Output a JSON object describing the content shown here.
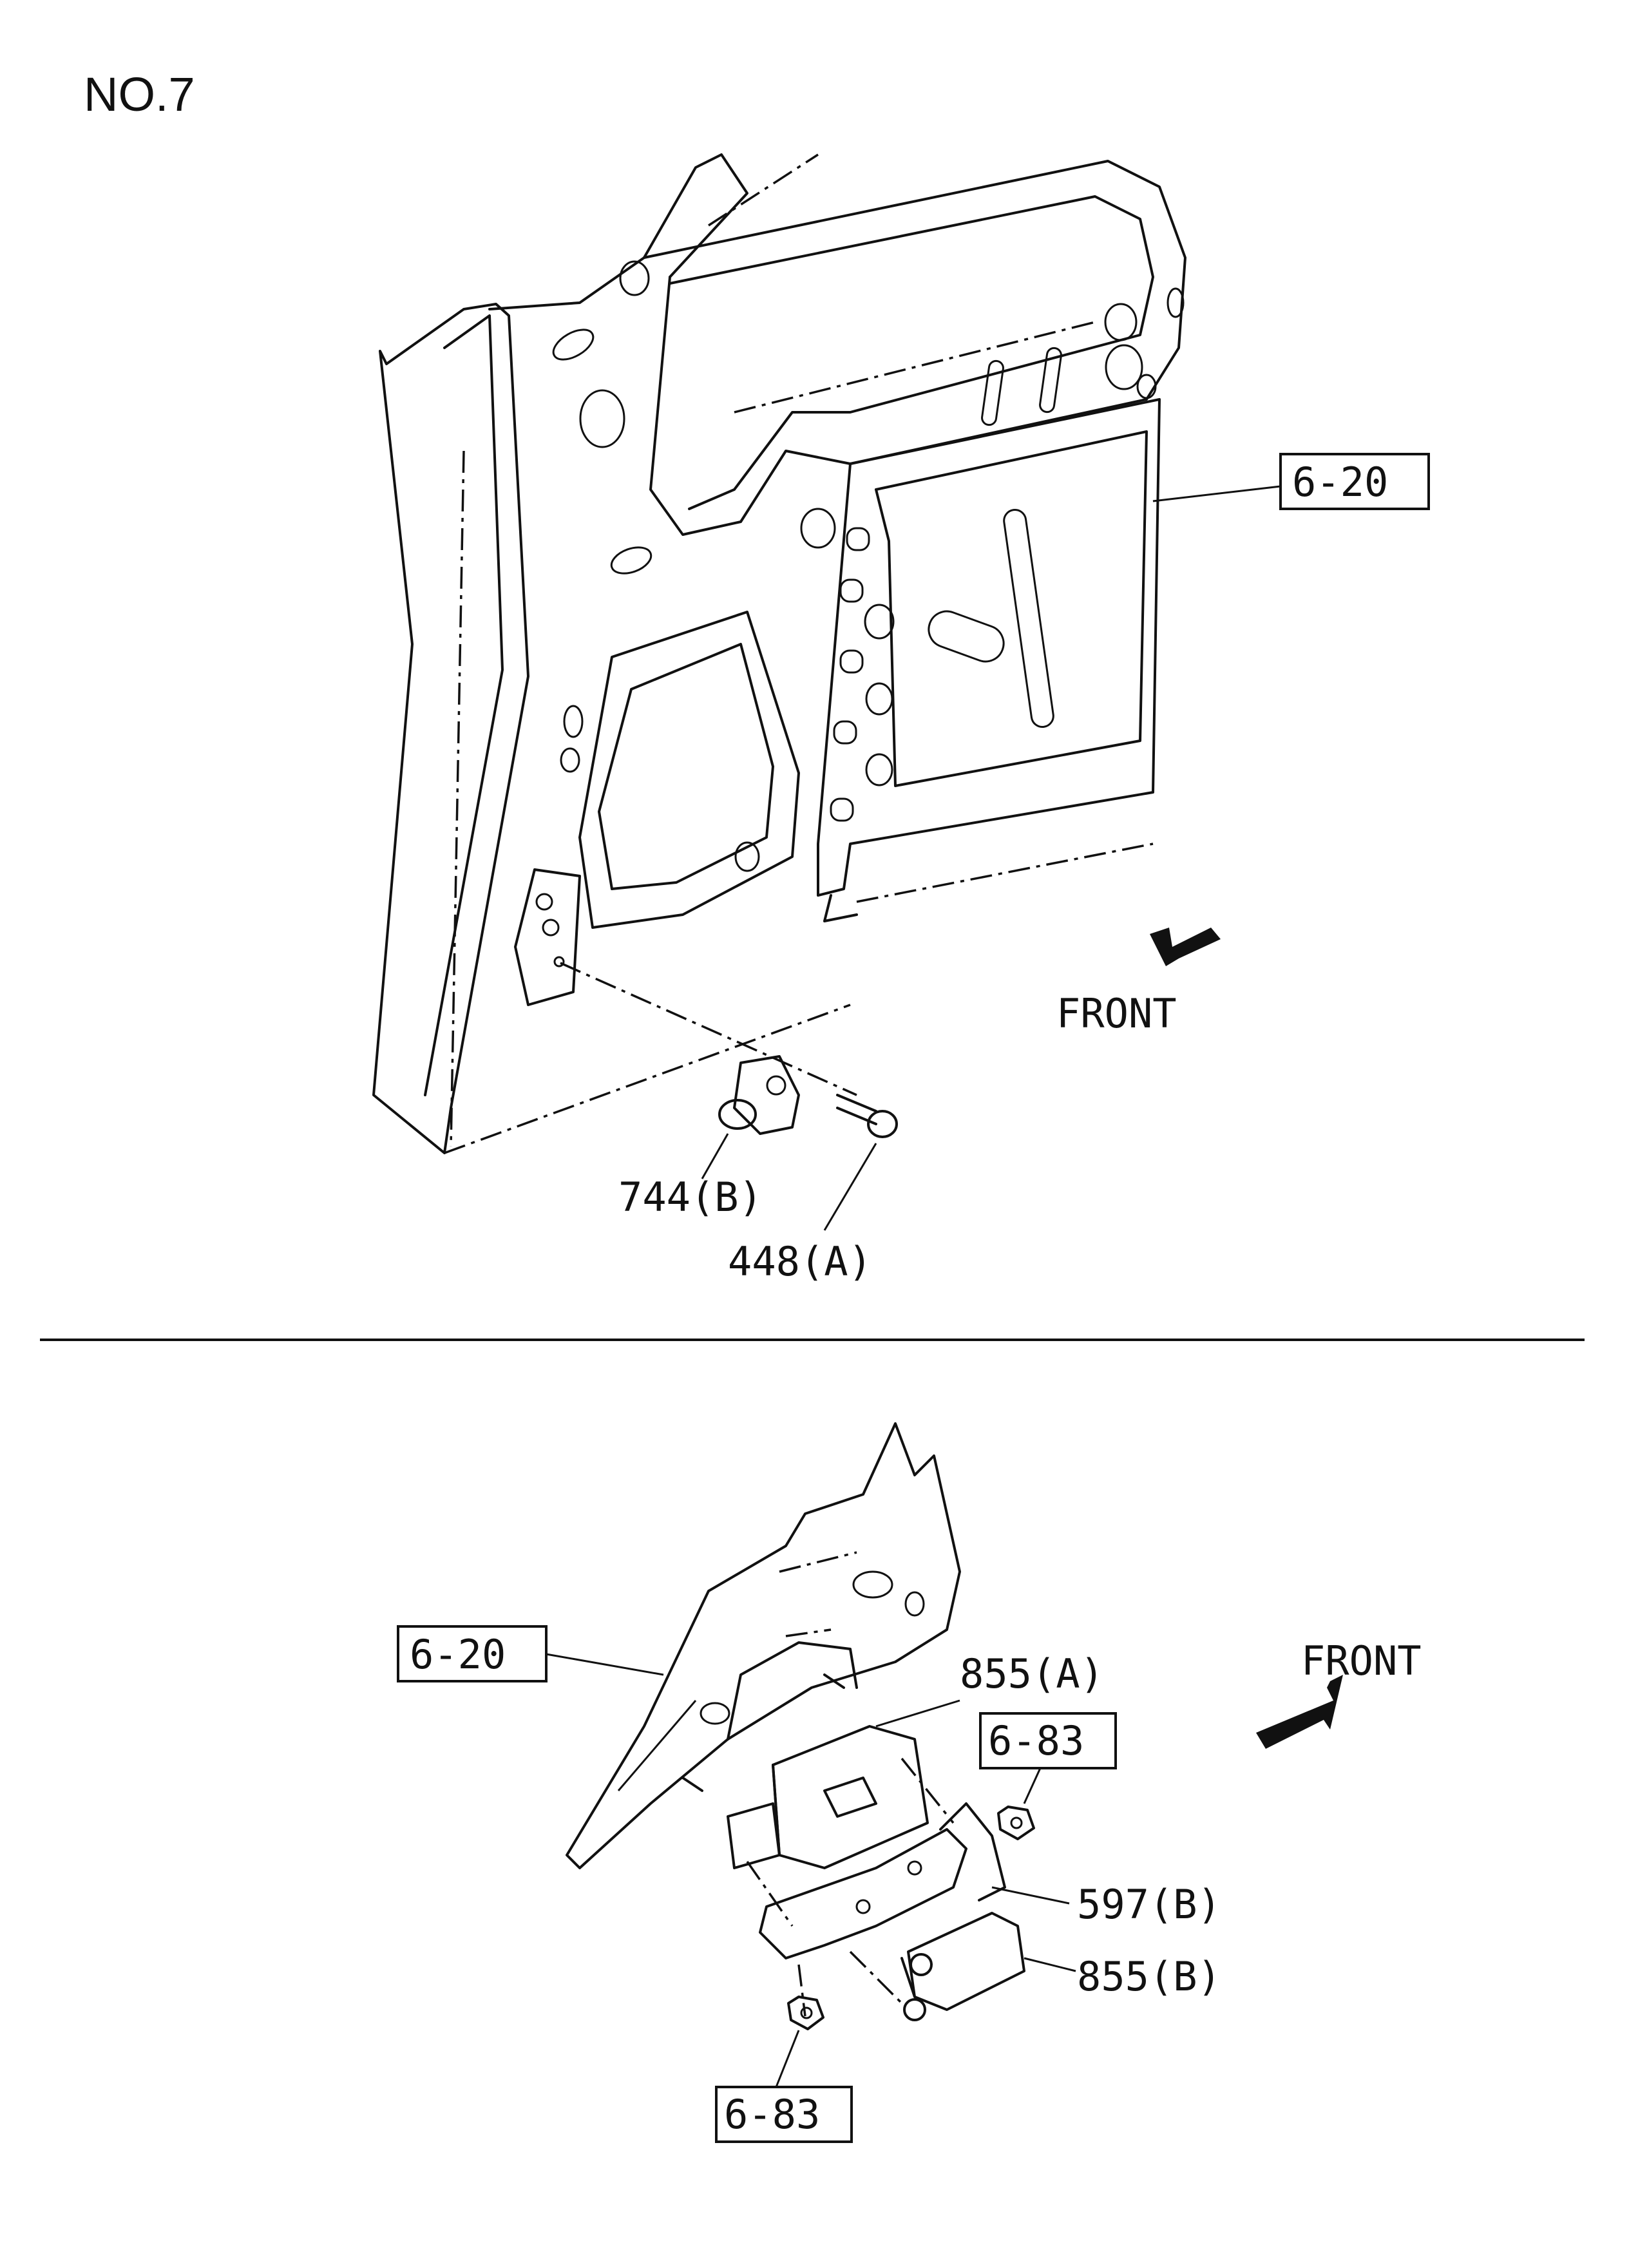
{
  "page": {
    "title": "NO.7"
  },
  "top_view": {
    "ref_box": "6-20",
    "direction_label": "FRONT",
    "parts": [
      "744(B)",
      "448(A)"
    ]
  },
  "bottom_view": {
    "ref_box_left": "6-20",
    "ref_box_right": "6-83",
    "ref_box_bottom": "6-83",
    "direction_label": "FRONT",
    "parts": [
      "855(A)",
      "597(B)",
      "855(B)"
    ]
  },
  "icons": {
    "front_arrow_top": "front-arrow-icon",
    "front_arrow_bottom": "front-arrow-icon"
  },
  "colors": {
    "ink": "#111111",
    "paper": "#ffffff"
  }
}
